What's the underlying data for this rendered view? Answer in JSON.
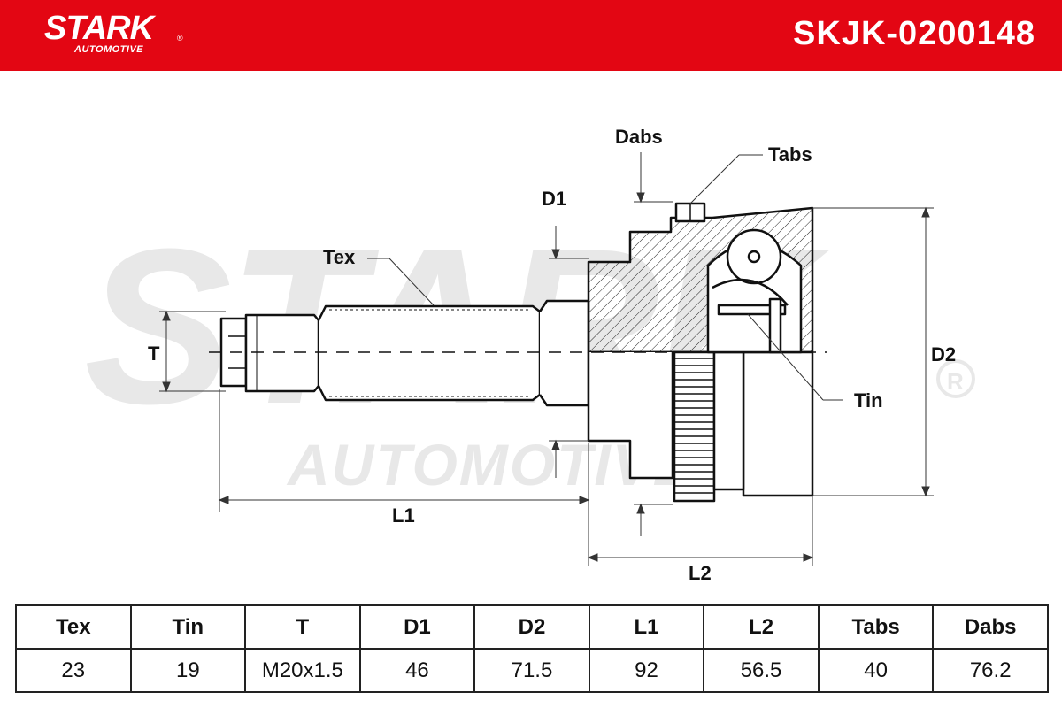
{
  "header": {
    "brand": "STARK",
    "brand_sub": "AUTOMOTIVE",
    "part_number": "SKJK-0200148",
    "color": "#e30613"
  },
  "watermark": {
    "word1": "STARK",
    "word2": "AUTOMOTIVE"
  },
  "labels": {
    "dabs": "Dabs",
    "tabs": "Tabs",
    "d1": "D1",
    "tex": "Tex",
    "t": "T",
    "d2": "D2",
    "tin": "Tin",
    "l1": "L1",
    "l2": "L2"
  },
  "spec_table": {
    "headers": [
      "Tex",
      "Tin",
      "T",
      "D1",
      "D2",
      "L1",
      "L2",
      "Tabs",
      "Dabs"
    ],
    "values": [
      "23",
      "19",
      "M20x1.5",
      "46",
      "71.5",
      "92",
      "56.5",
      "40",
      "76.2"
    ]
  }
}
